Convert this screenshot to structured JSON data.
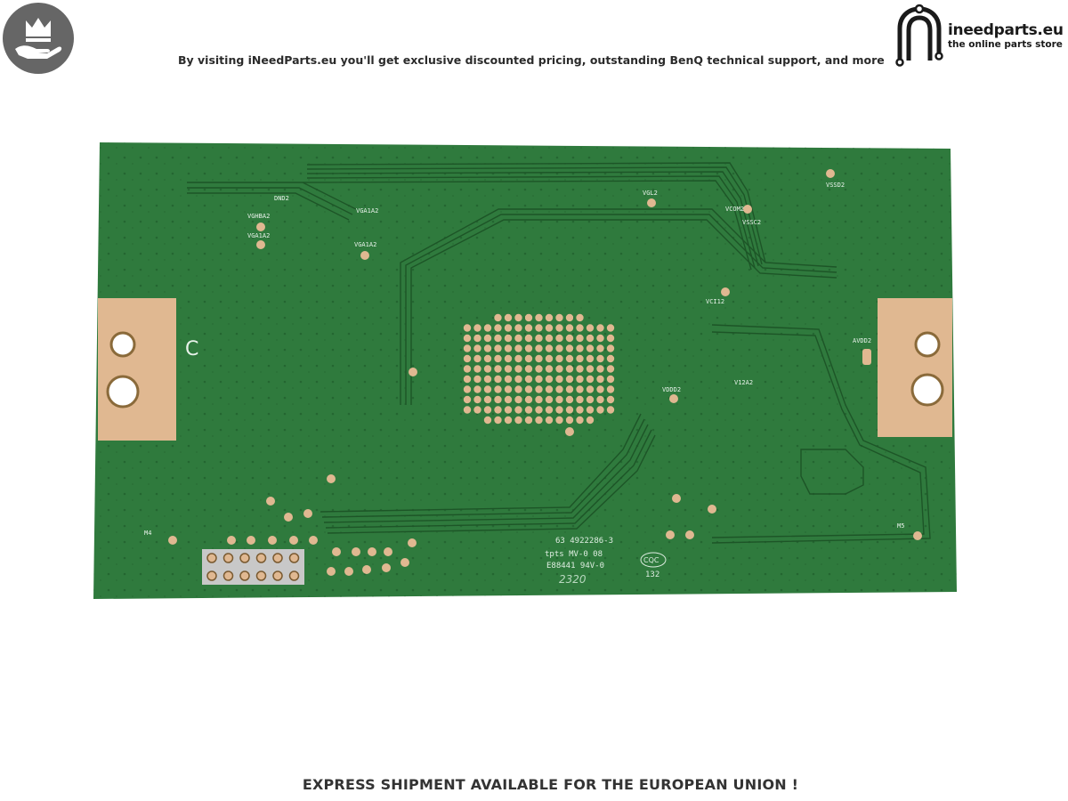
{
  "header": {
    "badge_icon": "crown-hand-icon",
    "promo_text": "By visiting iNeedParts.eu you'll get exclusive discounted pricing, outstanding BenQ technical support, and more",
    "logo": {
      "icon": "n-circuit-logo-icon",
      "name": "ineedparts.eu",
      "tagline": "the online parts store"
    }
  },
  "product": {
    "image": "pcb-board-photo",
    "board_markings": {
      "side": "C",
      "part_number_line": "63 4922286-3",
      "ul_line": "tpts MV-0 08",
      "cert_line": "E88441 94V-0",
      "cqc": "CQC",
      "cqc_number": "132",
      "date_code": "2320",
      "labels": [
        "VGHBA2",
        "VGA1A2",
        "VGA1A2",
        "VGA1A2",
        "DND2",
        "VGL2",
        "VCOM2",
        "VSSC2",
        "VSSD2",
        "VCI12",
        "AVDD2",
        "VDDD2",
        "V12A2",
        "M4",
        "M5"
      ]
    },
    "colors": {
      "solder_mask": "#2f7a3d",
      "copper": "#e0b891"
    }
  },
  "footer": {
    "shipping_text": "EXPRESS SHIPMENT AVAILABLE FOR THE EUROPEAN UNION !"
  }
}
